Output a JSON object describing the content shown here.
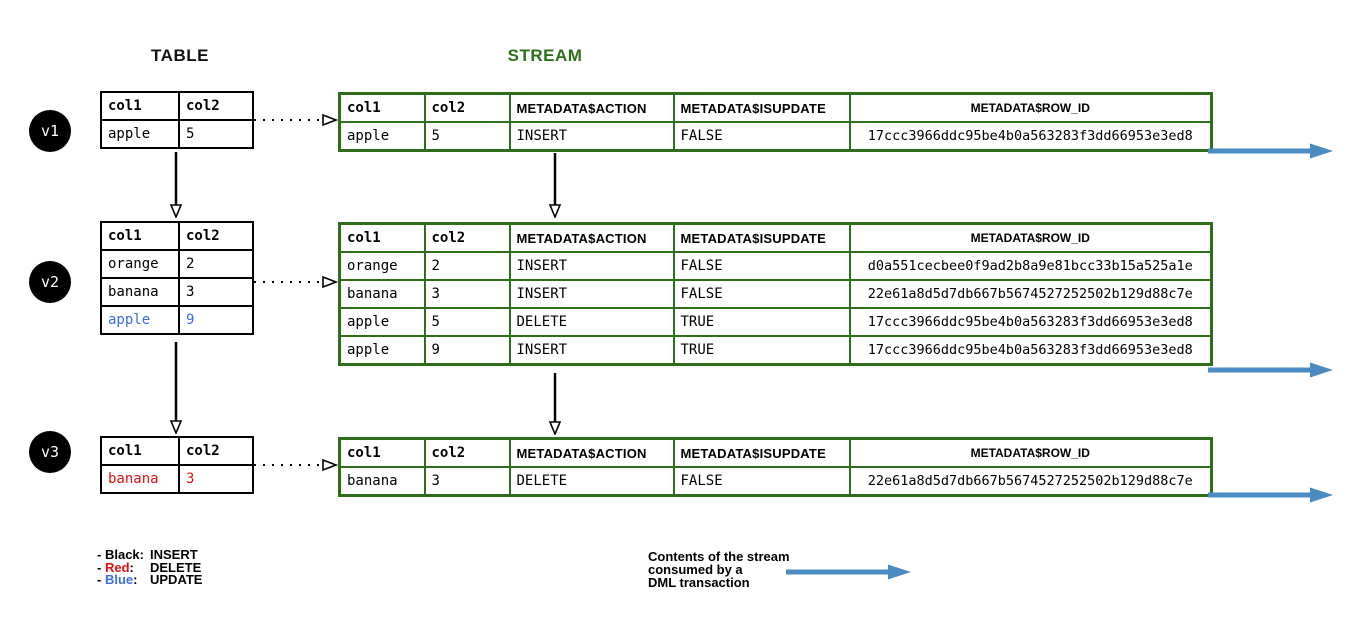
{
  "titles": {
    "table": "TABLE",
    "stream": "STREAM"
  },
  "table_headers": [
    "col1",
    "col2"
  ],
  "stream_headers": [
    "col1",
    "col2",
    "METADATA$ACTION",
    "METADATA$ISUPDATE",
    "METADATA$ROW_ID"
  ],
  "versions": {
    "v1": {
      "badge": "v1",
      "table_rows": [
        [
          "apple",
          "5"
        ]
      ],
      "stream_rows": [
        [
          "apple",
          "5",
          "INSERT",
          "FALSE",
          "17ccc3966ddc95be4b0a563283f3dd66953e3ed8"
        ]
      ]
    },
    "v2": {
      "badge": "v2",
      "table_rows": [
        [
          "orange",
          "2"
        ],
        [
          "banana",
          "3"
        ],
        [
          "apple",
          "9"
        ]
      ],
      "stream_rows": [
        [
          "orange",
          "2",
          "INSERT",
          "FALSE",
          "d0a551cecbee0f9ad2b8a9e81bcc33b15a525a1e"
        ],
        [
          "banana",
          "3",
          "INSERT",
          "FALSE",
          "22e61a8d5d7db667b5674527252502b129d88c7e"
        ],
        [
          "apple",
          "5",
          "DELETE",
          "TRUE",
          "17ccc3966ddc95be4b0a563283f3dd66953e3ed8"
        ],
        [
          "apple",
          "9",
          "INSERT",
          "TRUE",
          "17ccc3966ddc95be4b0a563283f3dd66953e3ed8"
        ]
      ]
    },
    "v3": {
      "badge": "v3",
      "table_rows": [
        [
          "banana",
          "3"
        ]
      ],
      "stream_rows": [
        [
          "banana",
          "3",
          "DELETE",
          "FALSE",
          "22e61a8d5d7db667b5674527252502b129d88c7e"
        ]
      ]
    }
  },
  "legend": {
    "items": [
      {
        "bullet": "-",
        "name": "Black",
        "colon": ":",
        "action": "INSERT",
        "color": "#000000"
      },
      {
        "bullet": "-",
        "name": "Red",
        "colon": ":",
        "action": "DELETE",
        "color": "#dd1111"
      },
      {
        "bullet": "-",
        "name": "Blue",
        "colon": ":",
        "action": "UPDATE",
        "color": "#3d6ddb"
      }
    ]
  },
  "annotation": {
    "line1": "Contents of the stream",
    "line2": "consumed by a",
    "line3": "DML transaction"
  },
  "colors": {
    "stream_green": "#2e6e1a",
    "arrow_blue": "#4a8bc2",
    "insert_black": "#000000",
    "delete_red": "#dd1111",
    "update_blue": "#3d6ddb"
  }
}
